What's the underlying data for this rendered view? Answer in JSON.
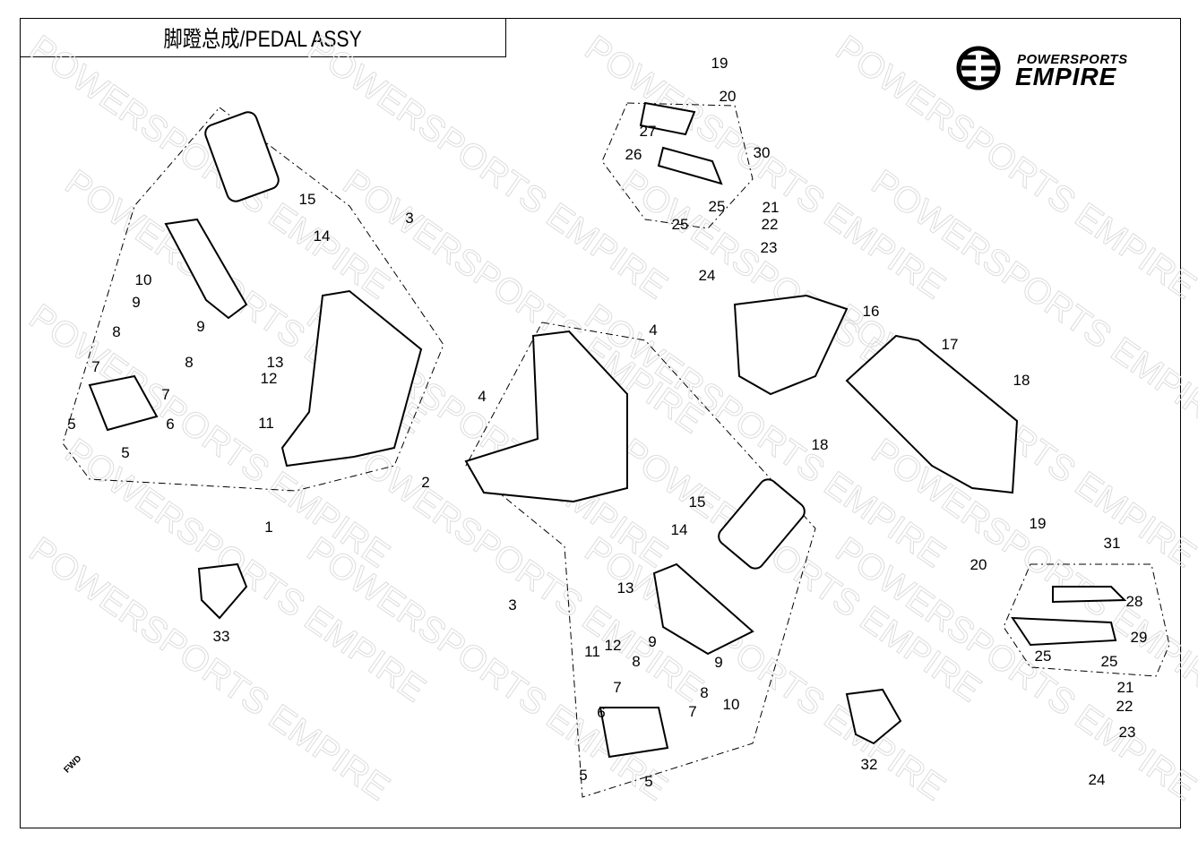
{
  "title": "脚蹬总成/PEDAL  ASSY",
  "logo": {
    "line1": "POWERSPORTS",
    "line2": "EMPIRE"
  },
  "watermark_text": "POWERSPORTS EMPIRE",
  "fwd_label": "FWD",
  "part_labels": [
    "19",
    "20",
    "27",
    "26",
    "30",
    "21",
    "25",
    "22",
    "25",
    "23",
    "24",
    "15",
    "3",
    "14",
    "10",
    "9",
    "9",
    "8",
    "8",
    "7",
    "7",
    "13",
    "12",
    "11",
    "6",
    "5",
    "5",
    "1",
    "4",
    "4",
    "16",
    "17",
    "18",
    "18",
    "2",
    "15",
    "14",
    "19",
    "31",
    "20",
    "3",
    "13",
    "28",
    "12",
    "11",
    "9",
    "9",
    "29",
    "25",
    "25",
    "8",
    "8",
    "21",
    "7",
    "7",
    "10",
    "22",
    "23",
    "33",
    "32",
    "24",
    "6",
    "5",
    "5"
  ]
}
